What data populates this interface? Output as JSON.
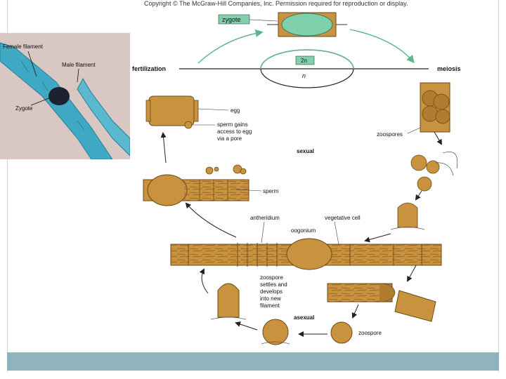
{
  "copyright": "Copyright © The McGraw-Hill Companies, Inc. Permission required for reproduction or display.",
  "photo_labels": {
    "female_filament": "Female filament",
    "male_filament": "Male filament",
    "zygote": "Zygote"
  },
  "cycle": {
    "zygote": "zygote",
    "ploidy_2n": "2n",
    "ploidy_n": "n",
    "fertilization": "fertilization",
    "meiosis": "meiosis",
    "egg": "egg",
    "sperm_pore_1": "sperm gains",
    "sperm_pore_2": "access to egg",
    "sperm_pore_3": "via a pore",
    "sexual": "sexual",
    "zoospores": "zoospores",
    "sperm": "sperm",
    "antheridium": "antheridium",
    "vegetative_cell": "vegetative cell",
    "oogonium": "oogonium",
    "zoospore_settles_1": "zoospore",
    "zoospore_settles_2": "settles and",
    "zoospore_settles_3": "develops",
    "zoospore_settles_4": "into new",
    "zoospore_settles_5": "filament",
    "asexual": "asexual",
    "zoospore": "zoospore"
  },
  "colors": {
    "cell_fill": "#c8923e",
    "cell_stroke": "#6b4a1a",
    "zygote_fill": "#7fd1ad",
    "arrow_green": "#5fb58a",
    "photo_bg": "#d9c7c3",
    "filament_blue": "#3fa9c4",
    "bottom_bar": "#8fb4bd"
  }
}
